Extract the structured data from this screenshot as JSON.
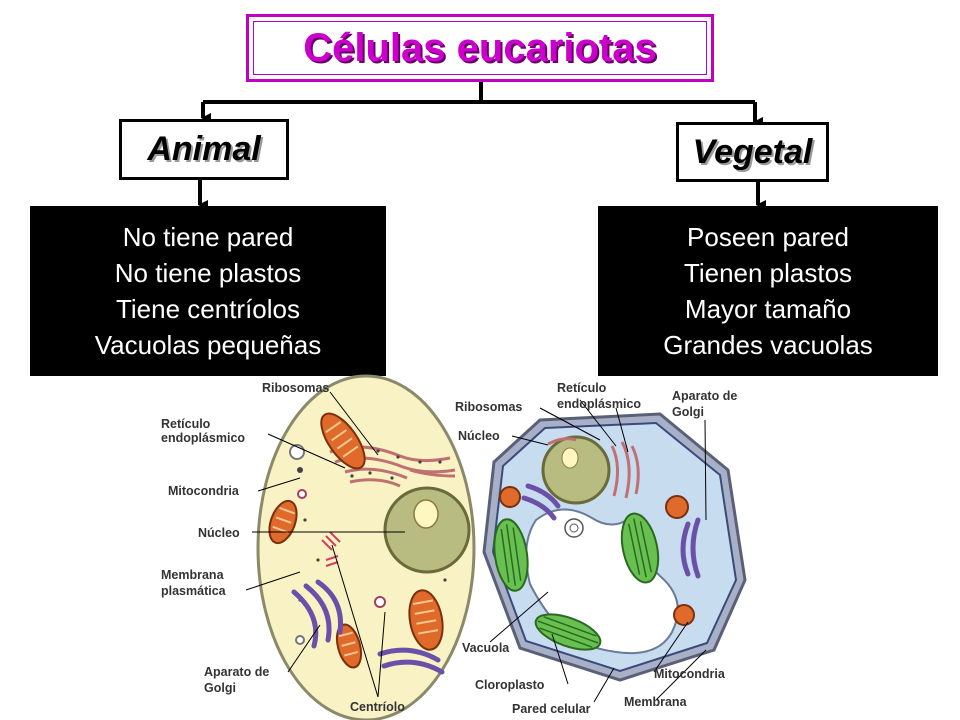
{
  "title": "Células eucariotas",
  "animal": {
    "label": "Animal",
    "features": [
      "No tiene pared",
      "No tiene plastos",
      "Tiene centríolos",
      "Vacuolas pequeñas"
    ],
    "parts": {
      "ribosomas": "Ribosomas",
      "reticulo_1": "Retículo",
      "reticulo_2": "endoplásmico",
      "mitocondria": "Mitocondria",
      "nucleo": "Núcleo",
      "membrana_1": "Membrana",
      "membrana_2": "plasmática",
      "golgi_1": "Aparato de",
      "golgi_2": "Golgi",
      "centriolo": "Centríolo"
    }
  },
  "vegetal": {
    "label": "Vegetal",
    "features": [
      "Poseen pared",
      "Tienen plastos",
      "Mayor tamaño",
      "Grandes vacuolas"
    ],
    "parts": {
      "ribosomas": "Ribosomas",
      "reticulo_1": "Retículo",
      "reticulo_2": "endoplásmico",
      "golgi_1": "Aparato de",
      "golgi_2": "Golgi",
      "nucleo": "Núcleo",
      "vacuola": "Vacuola",
      "cloroplasto": "Cloroplasto",
      "pared": "Pared celular",
      "mitocondria": "Mitocondria",
      "membrana": "Membrana"
    }
  },
  "colors": {
    "title": "#cc00cc",
    "animal_cytoplasm": "#f8f2c4",
    "plant_cytoplasm": "#c8dcf0",
    "nucleus": "#b8bc80",
    "mitochondria": "#e06a2a",
    "chloroplast": "#68c050",
    "golgi": "#6a50a8"
  }
}
